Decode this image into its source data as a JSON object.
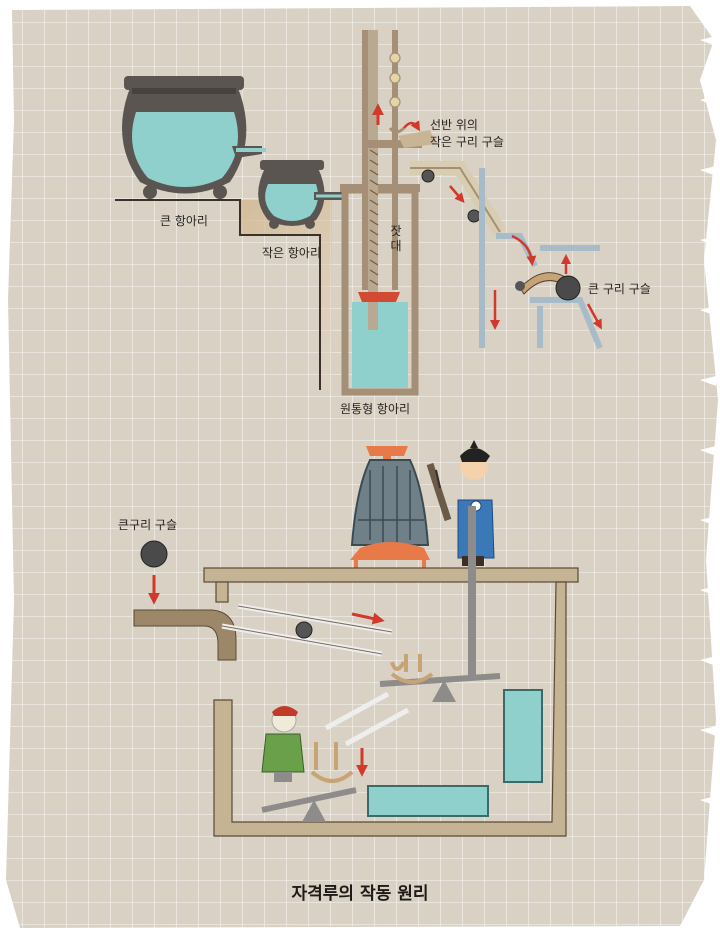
{
  "colors": {
    "paper": "#d9d1c4",
    "grid": "#ffffff",
    "water": "#8fd0cc",
    "pot": "#5a5550",
    "wood": "#a58f76",
    "ink": "#2a2420",
    "arrow": "#d0392b",
    "bell": "#6f8088",
    "bell_stand": "#e87a4a",
    "figure_robe": "#3b78b8",
    "doll_robe": "#6aa04a"
  },
  "labels": {
    "big_jar": "큰 항아리",
    "small_jar": "작은 항아리",
    "float_rod": "잣대",
    "cylinder_jar": "원통형 항아리",
    "small_ball_on_shelf_line1": "선반 위의",
    "small_ball_on_shelf_line2": "작은 구리 구슬",
    "big_ball_top": "큰 구리 구슬",
    "big_ball_left": "큰구리 구슬"
  },
  "caption": "자격루의 작동 원리"
}
